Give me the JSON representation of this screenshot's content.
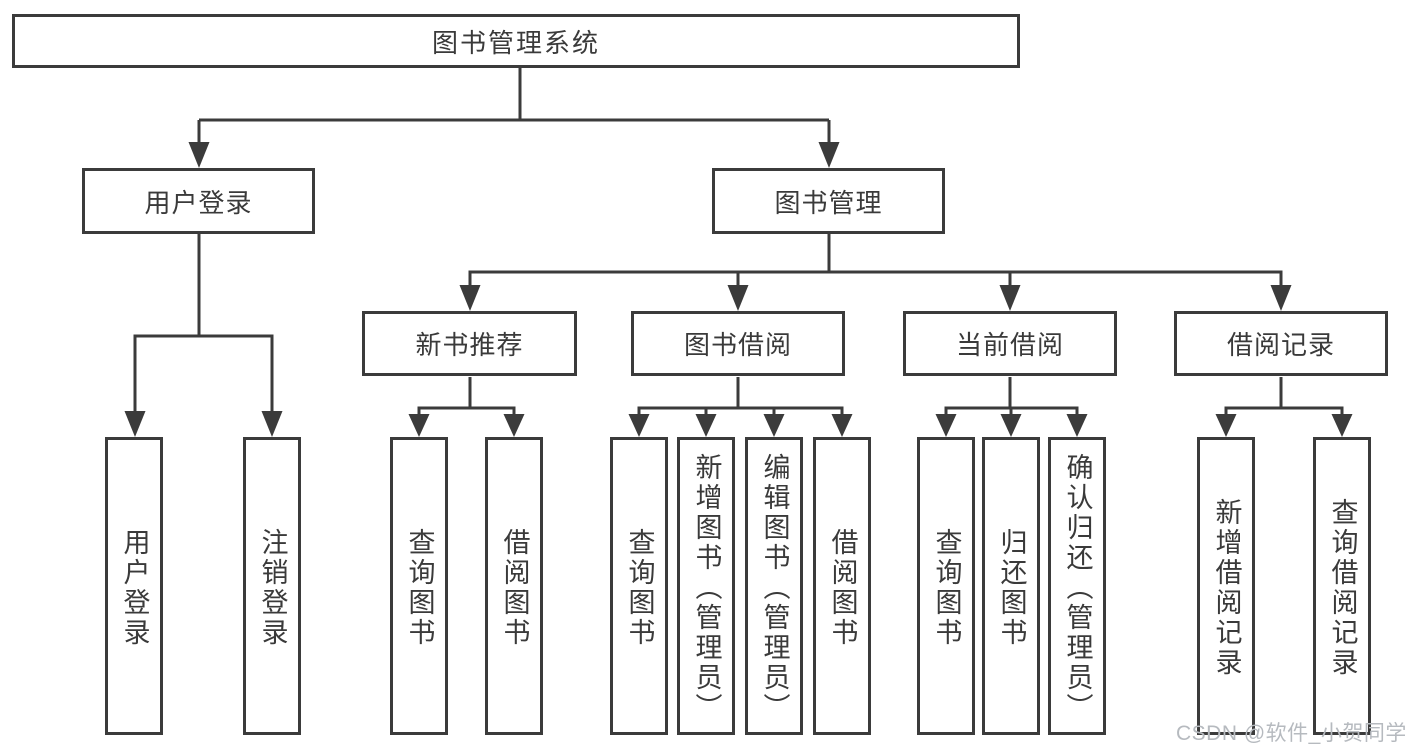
{
  "colors": {
    "line": "#3b3b3b",
    "text": "#3a3a3a",
    "watermark": "#b6babf",
    "background": "#ffffff"
  },
  "watermark": "CSDN @软件_小贺同学",
  "tree": {
    "root": {
      "label": "图书管理系统"
    },
    "branches": [
      {
        "label": "用户登录",
        "children": [
          {
            "label": "用户登录"
          },
          {
            "label": "注销登录"
          }
        ]
      },
      {
        "label": "图书管理",
        "sections": [
          {
            "label": "新书推荐",
            "children": [
              {
                "label": "查询图书"
              },
              {
                "label": "借阅图书"
              }
            ]
          },
          {
            "label": "图书借阅",
            "children": [
              {
                "label": "查询图书"
              },
              {
                "label": "新增图书（管理员）"
              },
              {
                "label": "编辑图书（管理员）"
              },
              {
                "label": "借阅图书"
              }
            ]
          },
          {
            "label": "当前借阅",
            "children": [
              {
                "label": "查询图书"
              },
              {
                "label": "归还图书"
              },
              {
                "label": "确认归还（管理员）"
              }
            ]
          },
          {
            "label": "借阅记录",
            "children": [
              {
                "label": "新增借阅记录"
              },
              {
                "label": "查询借阅记录"
              }
            ]
          }
        ]
      }
    ]
  }
}
